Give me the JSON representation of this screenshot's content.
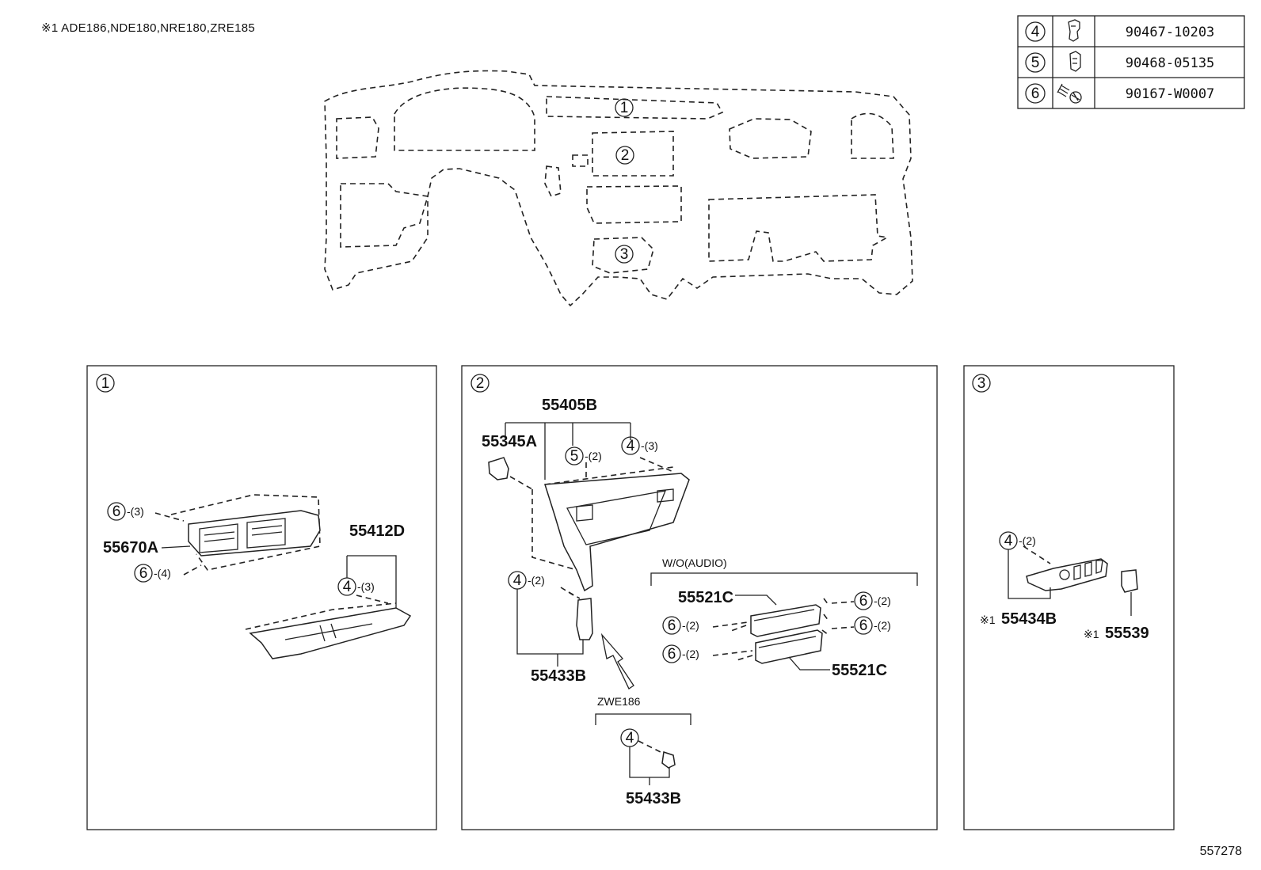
{
  "note": "※1 ADE186,NDE180,NRE180,ZRE185",
  "diagram_id": "557278",
  "legend": [
    {
      "num": "4",
      "part": "90467-10203",
      "icon": "clip-icon"
    },
    {
      "num": "5",
      "part": "90468-05135",
      "icon": "clip-icon"
    },
    {
      "num": "6",
      "part": "90167-W0007",
      "icon": "screw-icon"
    }
  ],
  "overview": {
    "callouts": [
      "1",
      "2",
      "3"
    ]
  },
  "panel1": {
    "num": "1",
    "parts": {
      "p55670A": "55670A",
      "p55412D": "55412D"
    },
    "qty": {
      "q6a": "-(3)",
      "q6b": "-(4)",
      "q4": "-(3)"
    },
    "nums": {
      "c6a": "6",
      "c6b": "6",
      "c4": "4"
    }
  },
  "panel2": {
    "num": "2",
    "parts": {
      "p55405B": "55405B",
      "p55345A": "55345A",
      "p55433B": "55433B",
      "p55433B_b": "55433B",
      "p55521C_a": "55521C",
      "p55521C_b": "55521C"
    },
    "qty": {
      "q5": "-(2)",
      "q4a": "-(3)",
      "q4b": "-(2)",
      "q6a": "-(2)",
      "q6b": "-(2)",
      "q6c": "-(2)",
      "q6d": "-(2)"
    },
    "nums": {
      "c5": "5",
      "c4a": "4",
      "c4b": "4",
      "c4c": "4",
      "c6a": "6",
      "c6b": "6",
      "c6c": "6",
      "c6d": "6"
    },
    "wo_audio": "W/O(AUDIO)",
    "zwe": "ZWE186"
  },
  "panel3": {
    "num": "3",
    "parts": {
      "p55434B": "55434B",
      "p55539": "55539"
    },
    "mark": "※1",
    "qty": {
      "q4": "-(2)"
    },
    "nums": {
      "c4": "4"
    }
  }
}
